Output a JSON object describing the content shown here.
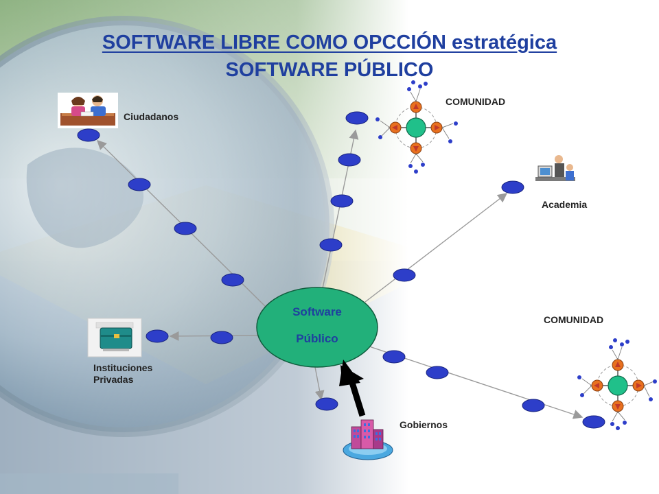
{
  "slide": {
    "title_line1": "SOFTWARE LIBRE COMO OPCCIÓN estratégica",
    "title_line2": "SOFTWARE PÚBLICO"
  },
  "center": {
    "line1": "Software",
    "line2": "Público"
  },
  "labels": {
    "ciudadanos": "Ciudadanos",
    "comunidad_top": "COMUNIDAD",
    "academia": "Academia",
    "comunidad_right": "COMUNIDAD",
    "instituciones_line1": "Instituciones",
    "instituciones_line2": "Privadas",
    "gobiernos": "Gobiernos"
  },
  "colors": {
    "title": "#1f3f9f",
    "node_fill": "#2d3ec9",
    "center_fill": "#22b07a",
    "community_core": "#20c08a",
    "community_arrow": "#e8701f",
    "connector_line": "#9a9a9a"
  },
  "icons": {
    "ciudadanos": "people-at-desk-icon",
    "academia": "person-at-computer-icon",
    "instituciones": "briefcase-icon",
    "gobiernos": "city-buildings-icon",
    "community": "network-cluster-icon"
  }
}
